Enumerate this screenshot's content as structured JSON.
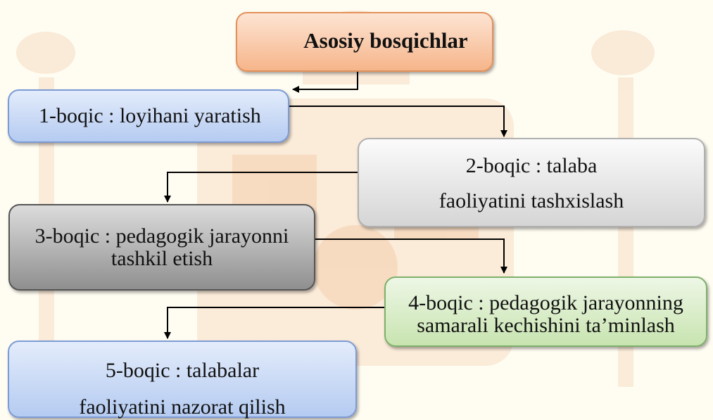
{
  "diagram": {
    "title": "Asosiy bosqichlar",
    "steps": [
      {
        "lines": [
          "1-boqic : loyihani yaratish"
        ]
      },
      {
        "lines": [
          "2-boqic : talaba",
          "faoliyatini tashxislash"
        ]
      },
      {
        "lines": [
          "3-boqic : pedagogik jarayonni",
          "tashkil etish"
        ]
      },
      {
        "lines": [
          "4-boqic : pedagogik jarayonning",
          "samarali kechishini ta’minlash"
        ]
      },
      {
        "lines": [
          "5-boqic : talabalar",
          "faoliyatini nazorat qilish"
        ]
      }
    ]
  },
  "colors": {
    "background": "#fffdf2",
    "emblem": "#f7dcc4",
    "connector": "#000000"
  }
}
